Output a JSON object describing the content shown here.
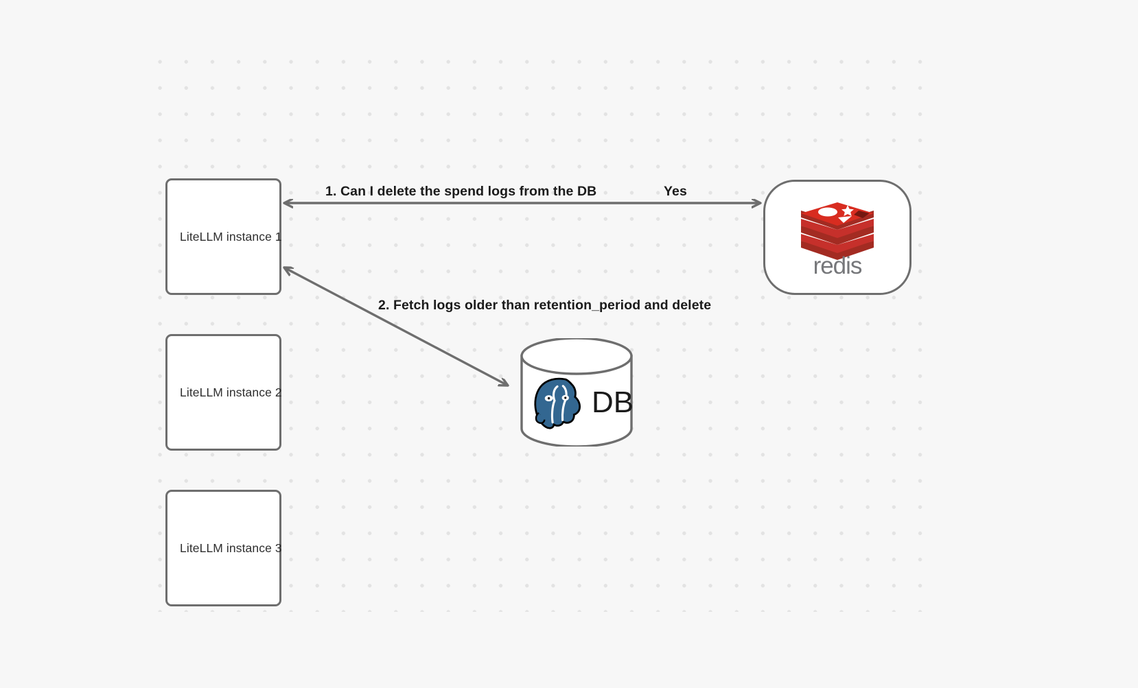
{
  "diagram": {
    "title": "LiteLLM spend log deletion flow",
    "background": {
      "color": "#f7f7f7",
      "dot_color": "#e3e3e3",
      "pattern": "dot-grid"
    },
    "nodes": [
      {
        "id": "instance-1",
        "label": "LiteLLM instance 1",
        "shape": "rounded-rect"
      },
      {
        "id": "instance-2",
        "label": "LiteLLM instance 2",
        "shape": "rounded-rect"
      },
      {
        "id": "instance-3",
        "label": "LiteLLM instance 3",
        "shape": "rounded-rect"
      },
      {
        "id": "redis",
        "label": "redis",
        "shape": "rounded-rect",
        "logo": "redis-logo",
        "brand_color": "#c6302b",
        "wordmark_color": "#76777a"
      },
      {
        "id": "database",
        "label": "DB",
        "shape": "cylinder",
        "logo": "postgresql-elephant-icon",
        "brand_color": "#336791"
      }
    ],
    "edges": [
      {
        "id": "edge-1",
        "from": "instance-1",
        "to": "redis",
        "direction": "bidirectional",
        "label": "1.  Can I delete the spend logs from the DB",
        "reply_label": "Yes"
      },
      {
        "id": "edge-2",
        "from": "instance-1",
        "to": "database",
        "direction": "bidirectional",
        "label": "2.  Fetch logs older than retention_period and delete"
      }
    ],
    "stroke_color": "#6e6e6e"
  }
}
